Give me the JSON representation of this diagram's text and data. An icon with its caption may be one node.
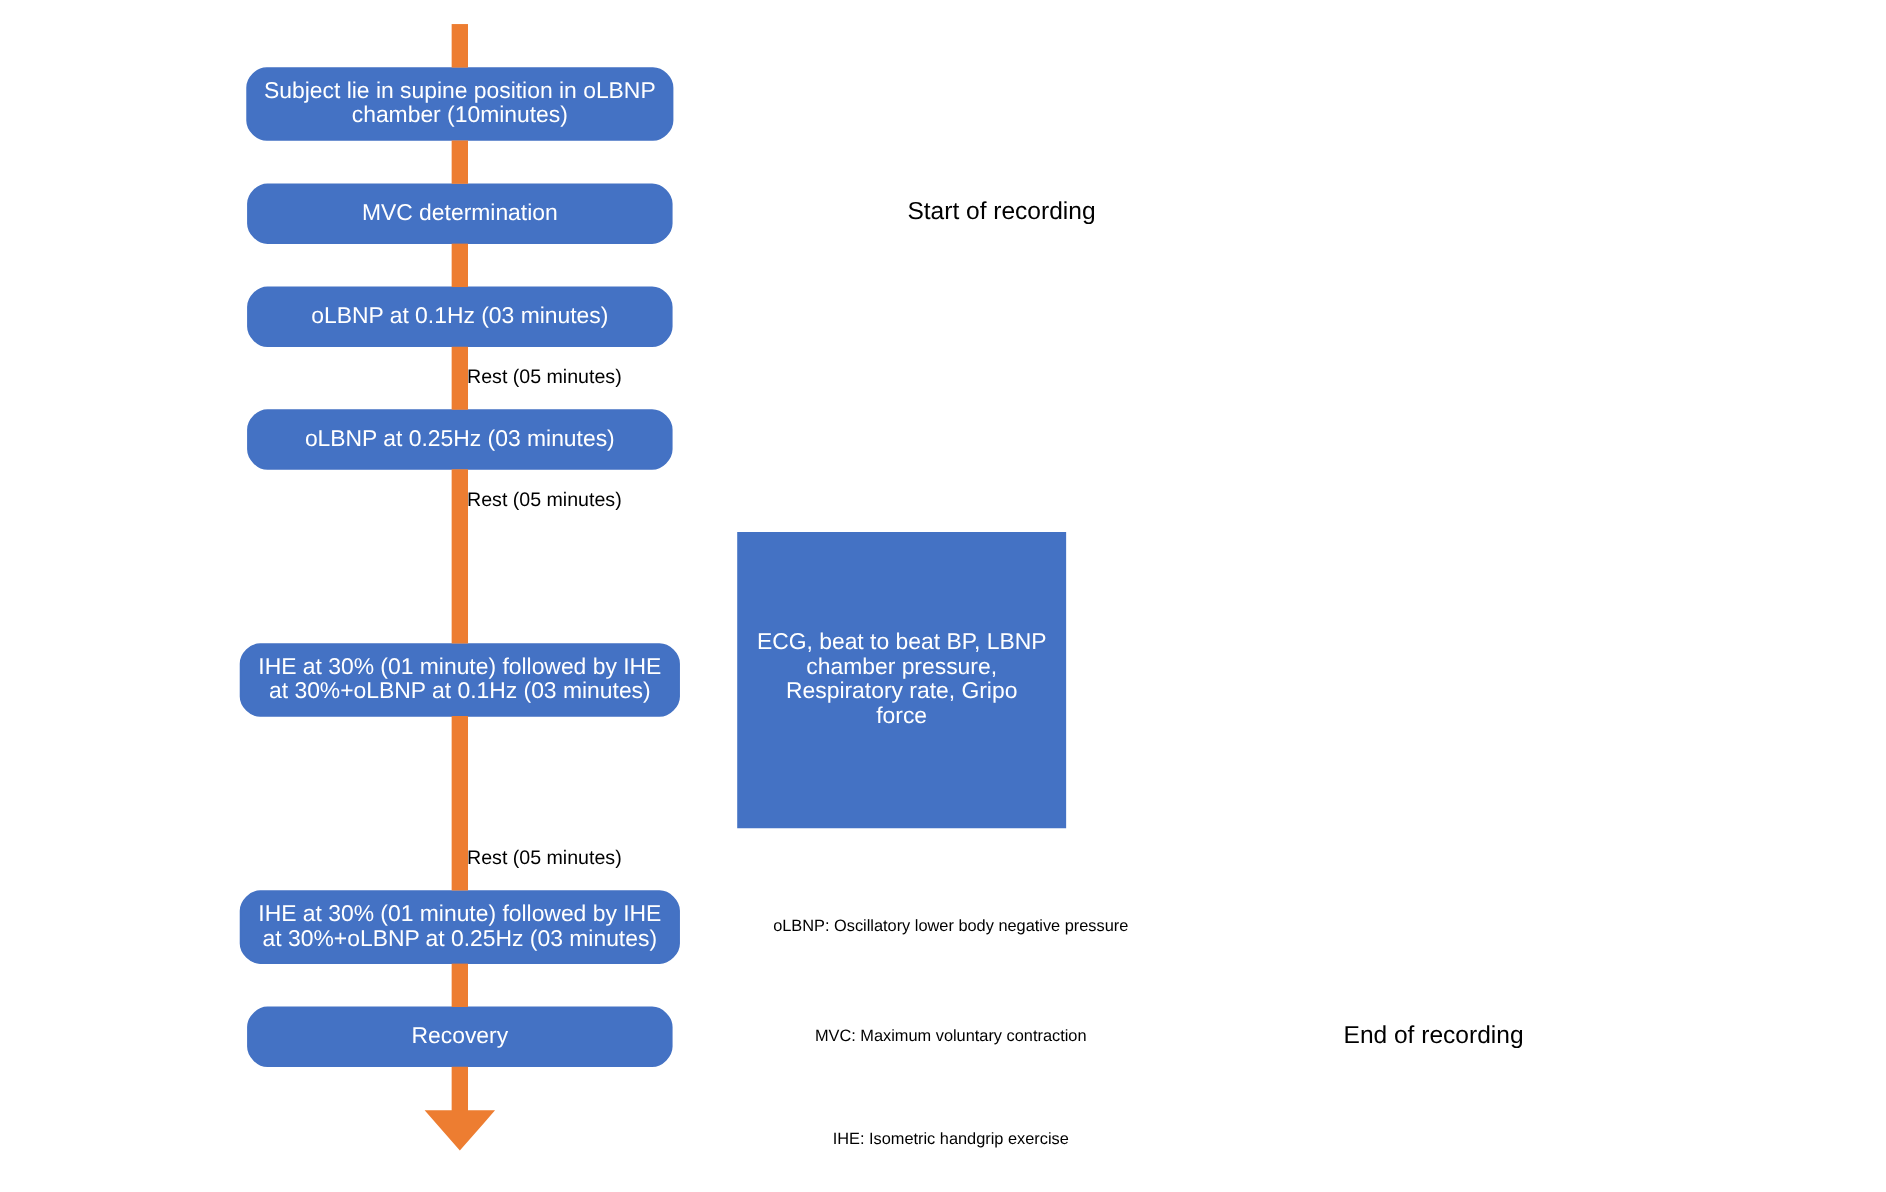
{
  "diagram": {
    "nodes": [
      {
        "text": [
          "Subject lie in supine position in oLBNP chamber (10minutes)"
        ]
      },
      {
        "text": [
          "MVC determination"
        ]
      },
      {
        "text": [
          "oLBNP at 0.1Hz (03 minutes)"
        ]
      },
      {
        "text": [
          "oLBNP at 0.25Hz (03 minutes)"
        ]
      },
      {
        "text": [
          "IHE at 30% (01 minute) followed by IHE at 30%+oLBNP at 0.1Hz (03 minutes)"
        ]
      },
      {
        "text": [
          "IHE at 30% (01 minute) followed by IHE at 30%+oLBNP at 0.25Hz (03 minutes)"
        ]
      },
      {
        "text": [
          "Recovery"
        ]
      },
      {
        "text": [
          "ECG, beat to beat BP, LBNP chamber pressure, Respiratory rate, Gripo force"
        ]
      }
    ],
    "edges": [
      {
        "from": null,
        "to": 0,
        "arrow": "none"
      },
      {
        "from": 0,
        "to": 1,
        "arrow": "none"
      },
      {
        "from": 1,
        "to": 2,
        "arrow": "none"
      },
      {
        "from": 2,
        "to": 3,
        "arrow": "none",
        "label": "Rest (05 minutes)"
      },
      {
        "from": 3,
        "to": 4,
        "arrow": "none",
        "label": "Rest (05 minutes)"
      },
      {
        "from": 4,
        "to": 5,
        "arrow": "none",
        "label": "Rest (05 minutes)"
      },
      {
        "from": 5,
        "to": 6,
        "arrow": "none"
      },
      {
        "from": 6,
        "to": null,
        "arrow": "to"
      }
    ],
    "labels": [
      "Start of recording",
      "oLBNP: Oscillatory lower body negative pressure",
      "MVC: Maximum voluntary contraction",
      "IHE: Isometric handgrip exercise",
      "End of recording"
    ]
  }
}
